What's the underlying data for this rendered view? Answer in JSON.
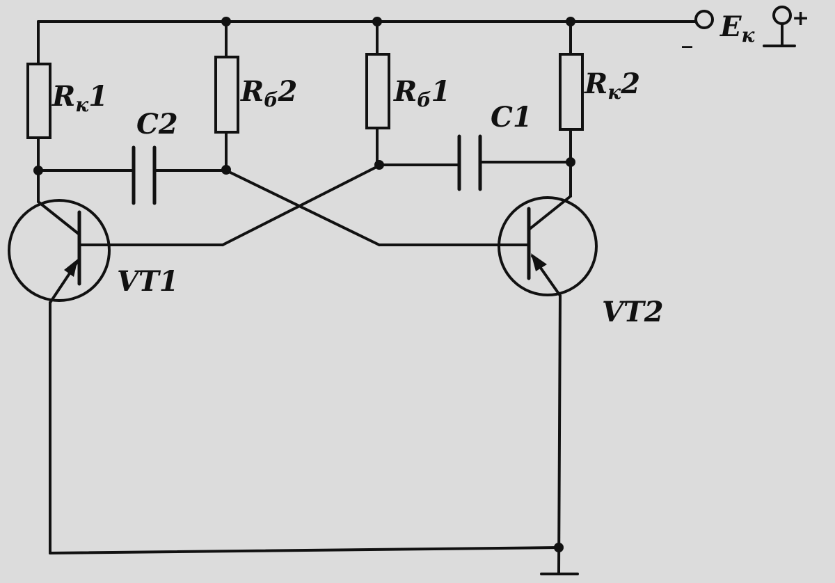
{
  "labels": {
    "rk1": {
      "main": "R",
      "sub": "к",
      "num": "1"
    },
    "rb2": {
      "main": "R",
      "sub": "б",
      "num": "2"
    },
    "rb1": {
      "main": "R",
      "sub": "б",
      "num": "1"
    },
    "rk2": {
      "main": "R",
      "sub": "к",
      "num": "2"
    },
    "c2": "C2",
    "c1": "C1",
    "vt1": "VT1",
    "vt2": "VT2",
    "supply": {
      "main": "E",
      "sub": "к"
    },
    "minus": "_",
    "plus": "+"
  },
  "colors": {
    "line": "#111111",
    "background": "#dcdcdc"
  }
}
